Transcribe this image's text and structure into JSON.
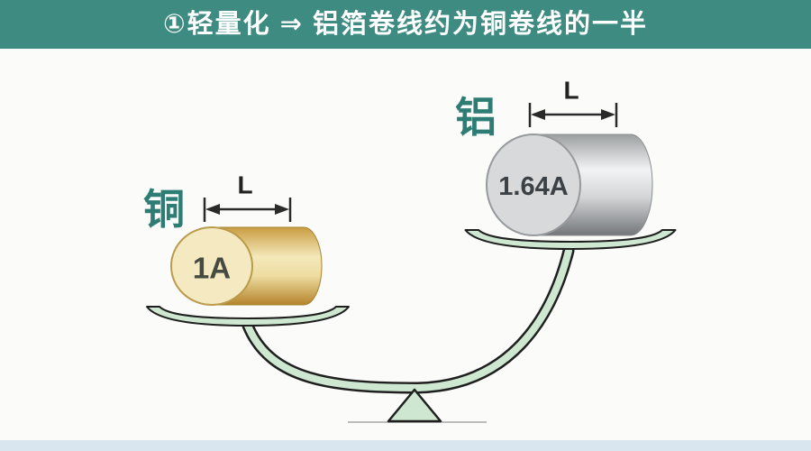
{
  "banner": {
    "title": "①轻量化 ⇒ 铝箔卷线约为铜卷线的一半"
  },
  "scale": {
    "left": {
      "metal_label": "铜",
      "size_label": "1A",
      "dimension_label": "L"
    },
    "right": {
      "metal_label": "铝",
      "size_label": "1.64A",
      "dimension_label": "L"
    }
  },
  "colors": {
    "banner_bg": "#3e8b82",
    "banner_text": "#ffffff",
    "metal_label": "#2e7d75",
    "pan_fill": "#cde7d0",
    "copper_face": "#f4e9c1",
    "aluminum_face": "#d8d9da",
    "footer_strip": "#d9e5ef"
  }
}
